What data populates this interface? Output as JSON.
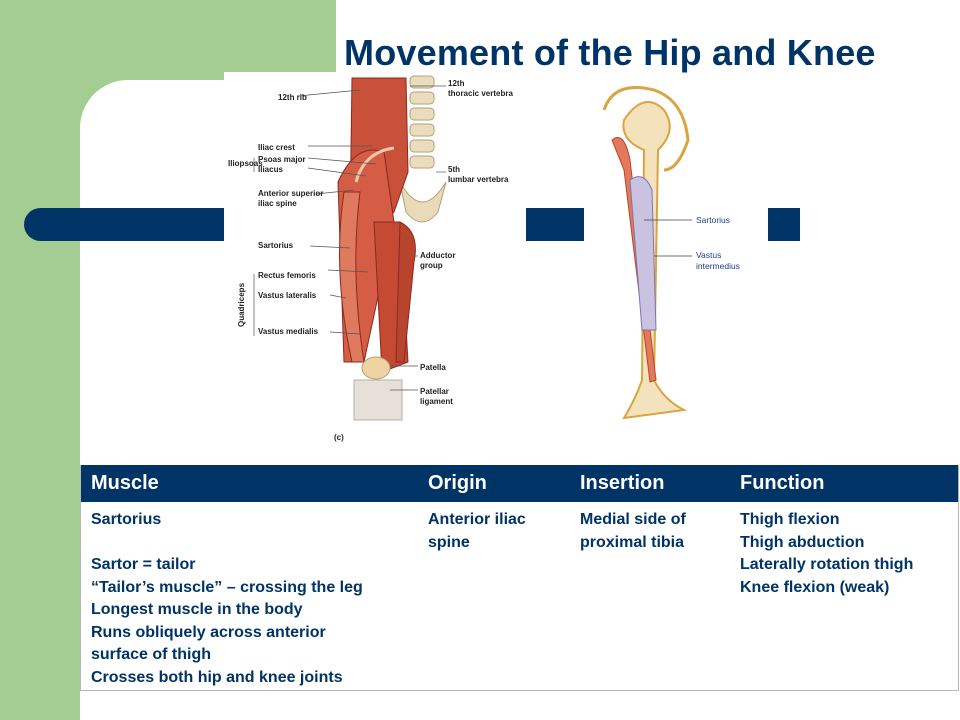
{
  "slide": {
    "title": "Movement of the Hip and Knee"
  },
  "figures": {
    "left": {
      "labels": {
        "rib": "12th rib",
        "thoracic_1": "12th",
        "thoracic_2": "thoracic vertebra",
        "iliac_crest": "Iliac crest",
        "iliopsoas": "Iliopsoas",
        "psoas": "Psoas major",
        "iliacus": "Iliacus",
        "lumbar_1": "5th",
        "lumbar_2": "lumbar vertebra",
        "asis_1": "Anterior superior",
        "asis_2": "iliac spine",
        "sartorius": "Sartorius",
        "adductor_1": "Adductor",
        "adductor_2": "group",
        "quadriceps": "Quadriceps",
        "rectus": "Rectus femoris",
        "lateralis": "Vastus lateralis",
        "medialis": "Vastus medialis",
        "patella": "Patella",
        "ligament_1": "Patellar",
        "ligament_2": "ligament",
        "panel": "(c)"
      }
    },
    "right": {
      "labels": {
        "sartorius": "Sartorius",
        "intermedius_1": "Vastus",
        "intermedius_2": "intermedius"
      }
    }
  },
  "table": {
    "headers": [
      "Muscle",
      "Origin",
      "Insertion",
      "Function"
    ],
    "row": {
      "muscle": [
        "Sartorius",
        "",
        "Sartor = tailor",
        "“Tailor’s muscle” – crossing the leg",
        "Longest muscle in the body",
        "Runs obliquely across anterior",
        "surface of thigh",
        "Crosses both hip and knee joints"
      ],
      "origin": [
        "Anterior iliac",
        "spine"
      ],
      "insertion": [
        "Medial side of",
        "proximal tibia"
      ],
      "function": [
        "Thigh flexion",
        "Thigh abduction",
        "Laterally rotation thigh",
        "Knee flexion (weak)"
      ]
    }
  },
  "colors": {
    "navy": "#003366",
    "green": "#a3cd91"
  }
}
